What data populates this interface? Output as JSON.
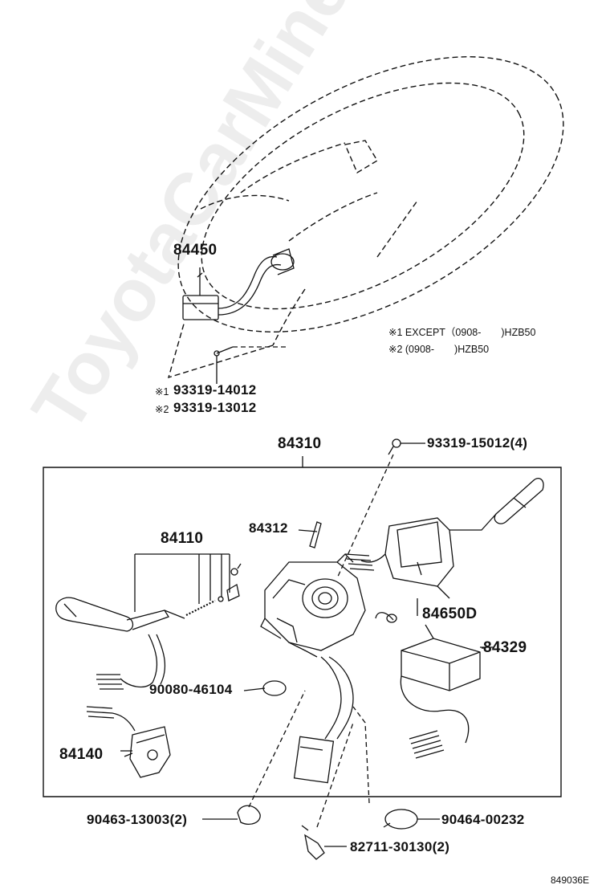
{
  "labels": {
    "p84450": "84450",
    "p93319_14012": "93319-14012",
    "p93319_13012": "93319-13012",
    "mark1": "※1",
    "mark2": "※2",
    "note1": "※1 EXCEPT（0908-　　)HZB50",
    "note2": "※2 (0908-　　)HZB50",
    "p84310": "84310",
    "p93319_15012": "93319-15012(4)",
    "p84312": "84312",
    "p84110": "84110",
    "p84650D": "84650D",
    "p84329": "84329",
    "p90080_46104": "90080-46104",
    "p84140": "84140",
    "p90463_13003": "90463-13003(2)",
    "p90464_00232": "90464-00232",
    "p82711_30130": "82711-30130(2)",
    "diagram_code": "849036E"
  },
  "watermark": "ToyotaCarMine.ru"
}
